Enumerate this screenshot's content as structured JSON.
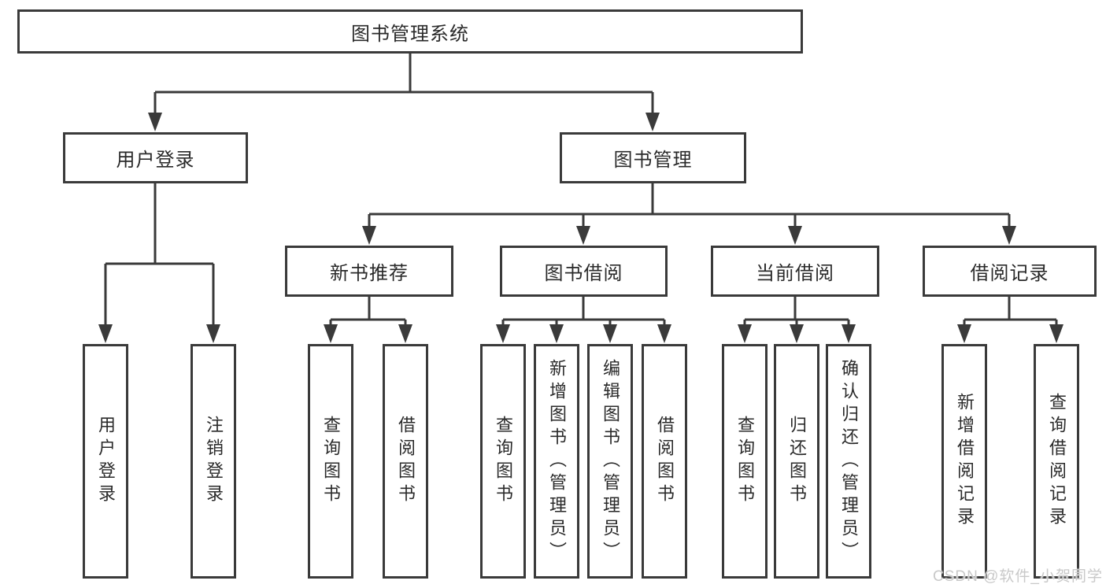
{
  "tree": {
    "label": "图书管理系统",
    "children": [
      {
        "label": "用户登录",
        "children": [
          {
            "label": "用户登录"
          },
          {
            "label": "注销登录"
          }
        ]
      },
      {
        "label": "图书管理",
        "children": [
          {
            "label": "新书推荐",
            "children": [
              {
                "label": "查询图书"
              },
              {
                "label": "借阅图书"
              }
            ]
          },
          {
            "label": "图书借阅",
            "children": [
              {
                "label": "查询图书"
              },
              {
                "label": "新增图书（管理员）"
              },
              {
                "label": "编辑图书（管理员）"
              },
              {
                "label": "借阅图书"
              }
            ]
          },
          {
            "label": "当前借阅",
            "children": [
              {
                "label": "查询图书"
              },
              {
                "label": "归还图书"
              },
              {
                "label": "确认归还（管理员）"
              }
            ]
          },
          {
            "label": "借阅记录",
            "children": [
              {
                "label": "新增借阅记录"
              },
              {
                "label": "查询借阅记录"
              }
            ]
          }
        ]
      }
    ]
  },
  "watermark": {
    "text": "CSDN @软件_小贺同学"
  },
  "colors": {
    "line": "#3a3a3a",
    "text": "#2a2a2a",
    "background": "#ffffff",
    "watermark": "#c9c9c9"
  }
}
